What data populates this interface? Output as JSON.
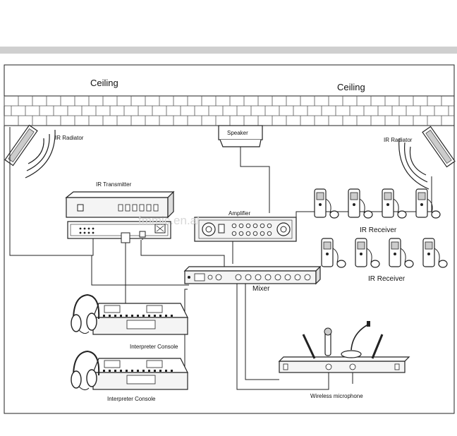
{
  "labels": {
    "ceiling_left": "Ceiling",
    "ceiling_right": "Ceiling",
    "ir_radiator_left": "IR Radiator",
    "ir_radiator_right": "IR Radiator",
    "speaker": "Speaker",
    "ir_transmitter": "IR Transmitter",
    "amplifier": "Amplifier",
    "ir_receiver_top": "IR Receiver",
    "ir_receiver_bottom": "IR Receiver",
    "mixer": "Mixer",
    "interpreter_console_top": "Interpreter Console",
    "interpreter_console_bottom": "Interpreter Console",
    "wireless_microphone": "Wireless microphone",
    "watermark": "fmmic.en.al"
  },
  "colors": {
    "line": "#222222",
    "topbar": "#cfcfcf",
    "device_fill": "#f4f4f4"
  }
}
